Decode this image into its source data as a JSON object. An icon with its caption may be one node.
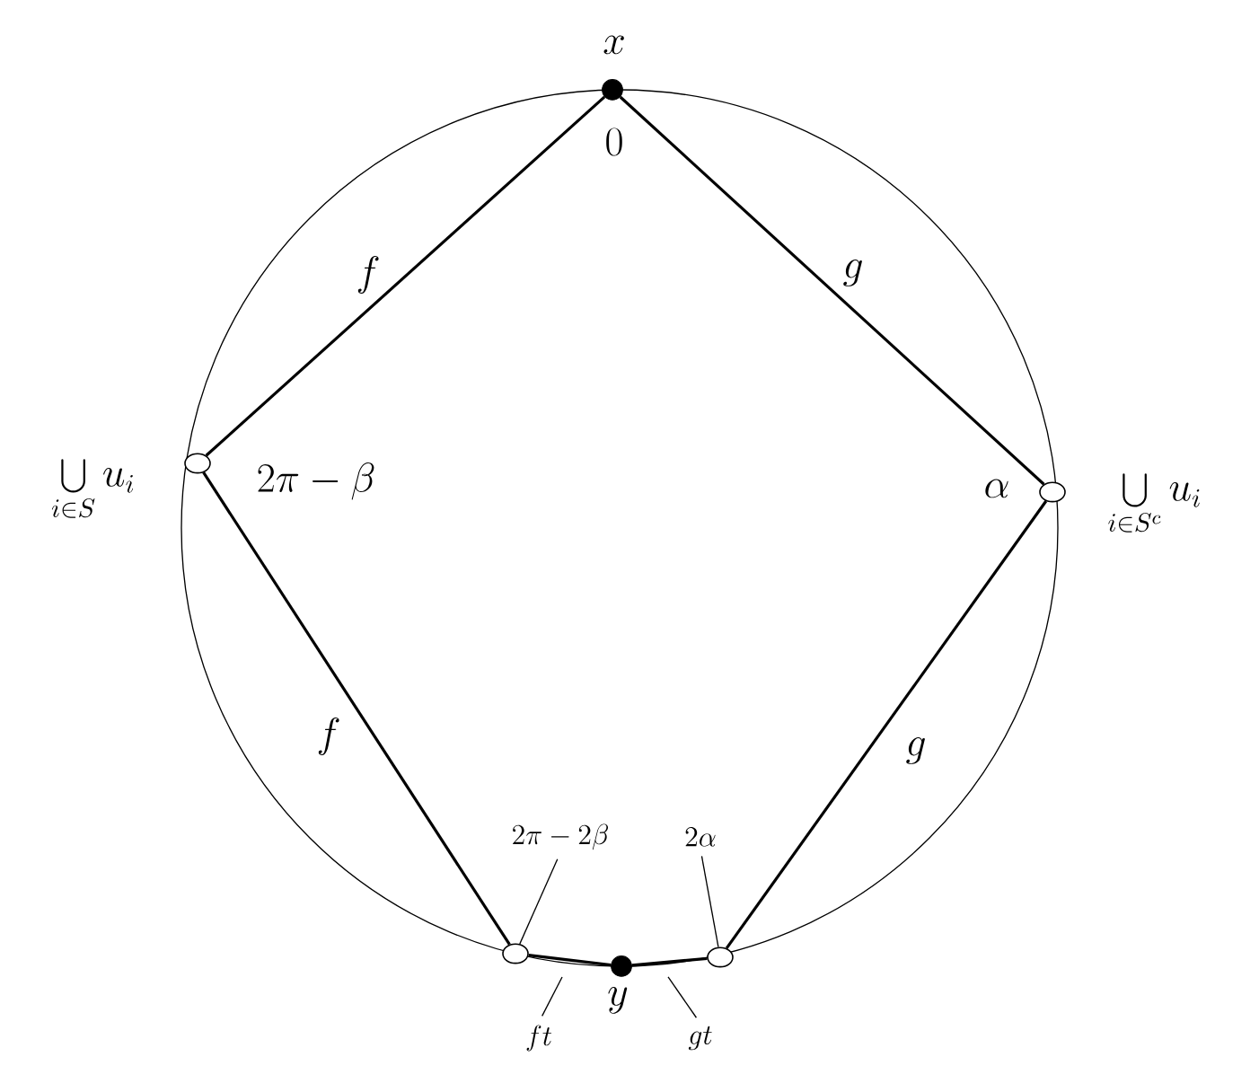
{
  "diagram": {
    "nodes": [
      {
        "text": [],
        "shape": "dot",
        "beside": [
          "x",
          "0"
        ]
      },
      {
        "text": [],
        "shape": "circle",
        "beside": [
          "\\bigcup_{i\\in S} u_i",
          "2\\pi-\\beta"
        ]
      },
      {
        "text": [],
        "shape": "circle",
        "beside": [
          "\\alpha",
          "\\bigcup_{i\\in S^c} u_i"
        ]
      },
      {
        "text": [],
        "shape": "circle"
      },
      {
        "text": [],
        "shape": "dot",
        "beside": [
          "y"
        ]
      },
      {
        "text": [],
        "shape": "circle"
      },
      {
        "text": [
          "2\\pi-2\\beta"
        ]
      },
      {
        "text": [
          "2\\alpha"
        ]
      },
      {
        "text": [
          "ft"
        ]
      },
      {
        "text": [
          "gt"
        ]
      }
    ],
    "edges": [
      {
        "from": 0,
        "to": 1,
        "arrow": "none",
        "label": "f"
      },
      {
        "from": 0,
        "to": 2,
        "arrow": "none",
        "label": "g"
      },
      {
        "from": 1,
        "to": 3,
        "arrow": "none",
        "label": "f"
      },
      {
        "from": 2,
        "to": 5,
        "arrow": "none",
        "label": "g"
      },
      {
        "from": 3,
        "to": 4,
        "arrow": "none"
      },
      {
        "from": 4,
        "to": 5,
        "arrow": "none"
      },
      {
        "from": 6,
        "to": 3,
        "arrow": "none"
      },
      {
        "from": 7,
        "to": 5,
        "arrow": "none"
      },
      {
        "from": 8,
        "to": null,
        "arrow": "none"
      },
      {
        "from": 9,
        "to": null,
        "arrow": "none"
      }
    ]
  }
}
